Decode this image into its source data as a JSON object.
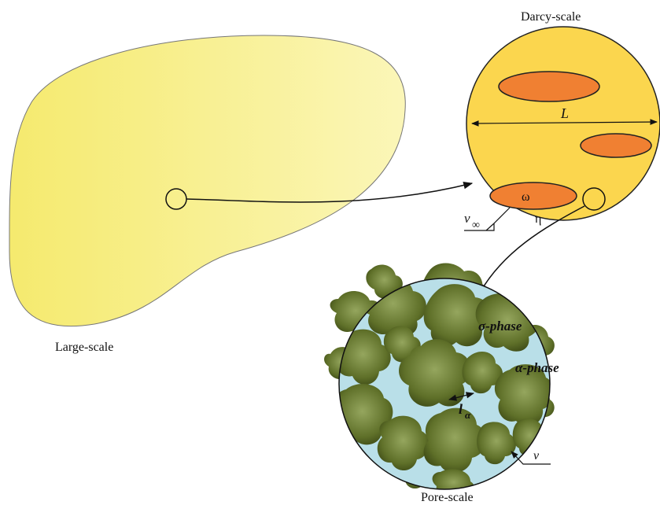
{
  "labels": {
    "large_scale": "Large-scale",
    "darcy_scale": "Darcy-scale",
    "pore_scale": "Pore-scale",
    "length_L": "L",
    "omega": "ω",
    "eta": "η",
    "v_infinity": "v",
    "infinity_sub": "∞",
    "sigma_phase": "σ-phase",
    "alpha_phase": "α-phase",
    "l_alpha": "l",
    "alpha_sub": "α",
    "v_pore": "v"
  },
  "colors": {
    "large_region_fill": "#f7f08a",
    "darcy_fill": "#fbd64e",
    "inclusion_fill": "#f08032",
    "pore_fluid": "#b9dfe8",
    "grain_dark": "#4a5a1c",
    "grain_light": "#889a52",
    "stroke": "#222222"
  }
}
